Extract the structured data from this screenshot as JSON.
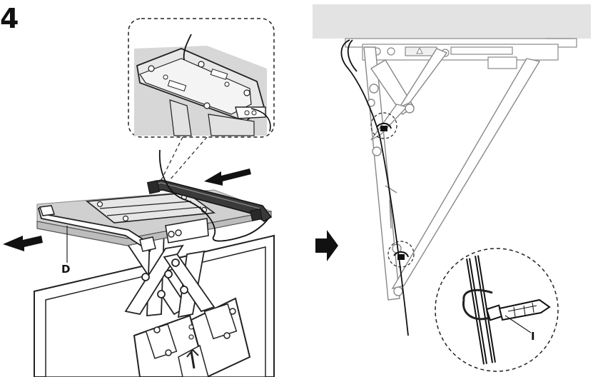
{
  "step": {
    "number": "4"
  },
  "labels": {
    "bracket": "D",
    "cable_tie": "I"
  },
  "icons": {
    "next_arrow": "right-arrow-icon",
    "insert_arrow": "insert-arrow-icon",
    "slide_arrow": "slide-arrow-icon"
  },
  "colors": {
    "ink": "#1a1a1a",
    "light_ink": "#8c8c8c",
    "shade": "#c9c9c9",
    "ceiling": "#e3e3e3",
    "background": "#ffffff"
  }
}
